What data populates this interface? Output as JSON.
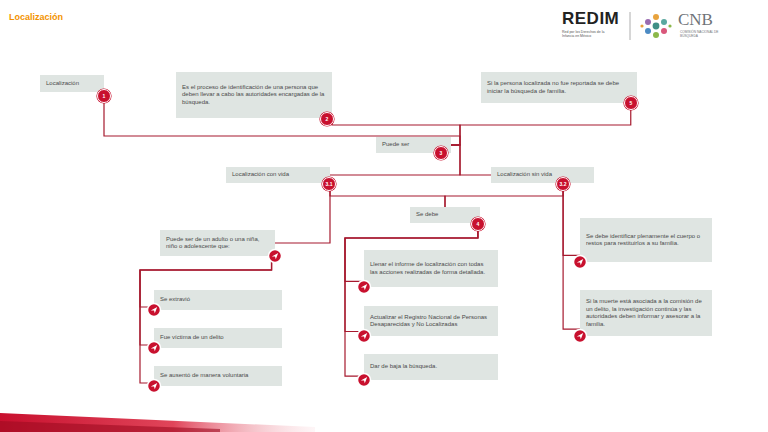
{
  "diagram": {
    "title": "Localización",
    "nodes": [
      {
        "text": [
          "Localización"
        ]
      },
      {
        "text": [
          "Es el proceso de identificación de una persona que deben llevar a cabo las autoridades encargadas de la búsqueda."
        ]
      },
      {
        "text": [
          "Si la persona localizada no fue reportada se debe iniciar la búsqueda de familia."
        ]
      },
      {
        "text": [
          "Puede ser"
        ]
      },
      {
        "text": [
          "Localización con vida"
        ]
      },
      {
        "text": [
          "Localización sin vida"
        ]
      },
      {
        "text": [
          "Se debe"
        ]
      },
      {
        "text": [
          "Puede ser de un adulto o una niña, niño o adolescente que:"
        ]
      },
      {
        "text": [
          "Se extravió"
        ]
      },
      {
        "text": [
          "Fue víctima de un delito"
        ]
      },
      {
        "text": [
          "Se ausentó de manera voluntaria"
        ]
      },
      {
        "text": [
          "Llenar el informe de localización con todas las acciones realizadas de forma detallada."
        ]
      },
      {
        "text": [
          "Actualizar el Registro Nacional de Personas Desaparecidas y No Localizadas"
        ]
      },
      {
        "text": [
          "Dar de baja la búsqueda."
        ]
      },
      {
        "text": [
          "Se debe identificar plenamente el cuerpo o restos para restituirlos a su familia."
        ]
      },
      {
        "text": [
          "Si la muerte está asociada a la comisión de un delito, la investigación continúa y las autoridades deben informar y asesorar a la familia."
        ]
      }
    ],
    "edges": [
      {
        "from": 0,
        "to": 3,
        "arrow": "none"
      },
      {
        "from": 1,
        "to": 3,
        "arrow": "none"
      },
      {
        "from": 2,
        "to": 3,
        "arrow": "none"
      },
      {
        "from": 3,
        "to": 4,
        "arrow": "none"
      },
      {
        "from": 3,
        "to": 5,
        "arrow": "none"
      },
      {
        "from": 4,
        "to": 7,
        "arrow": "none"
      },
      {
        "from": 4,
        "to": 6,
        "arrow": "none"
      },
      {
        "from": 5,
        "to": 6,
        "arrow": "none"
      },
      {
        "from": 5,
        "to": 14,
        "arrow": "none"
      },
      {
        "from": 5,
        "to": 15,
        "arrow": "none"
      },
      {
        "from": 6,
        "to": 11,
        "arrow": "none"
      },
      {
        "from": 6,
        "to": 12,
        "arrow": "none"
      },
      {
        "from": 6,
        "to": 13,
        "arrow": "none"
      },
      {
        "from": 7,
        "to": 8,
        "arrow": "none"
      },
      {
        "from": 7,
        "to": 9,
        "arrow": "none"
      },
      {
        "from": 7,
        "to": 10,
        "arrow": "none"
      }
    ],
    "labels": [
      "REDIM",
      "Red por los Derechos de la Infancia en México",
      "CNB",
      "COMISIÓN NACIONAL DE BÚSQUEDA",
      "1",
      "2",
      "5",
      "3",
      "3.1",
      "3.2",
      "4"
    ]
  }
}
